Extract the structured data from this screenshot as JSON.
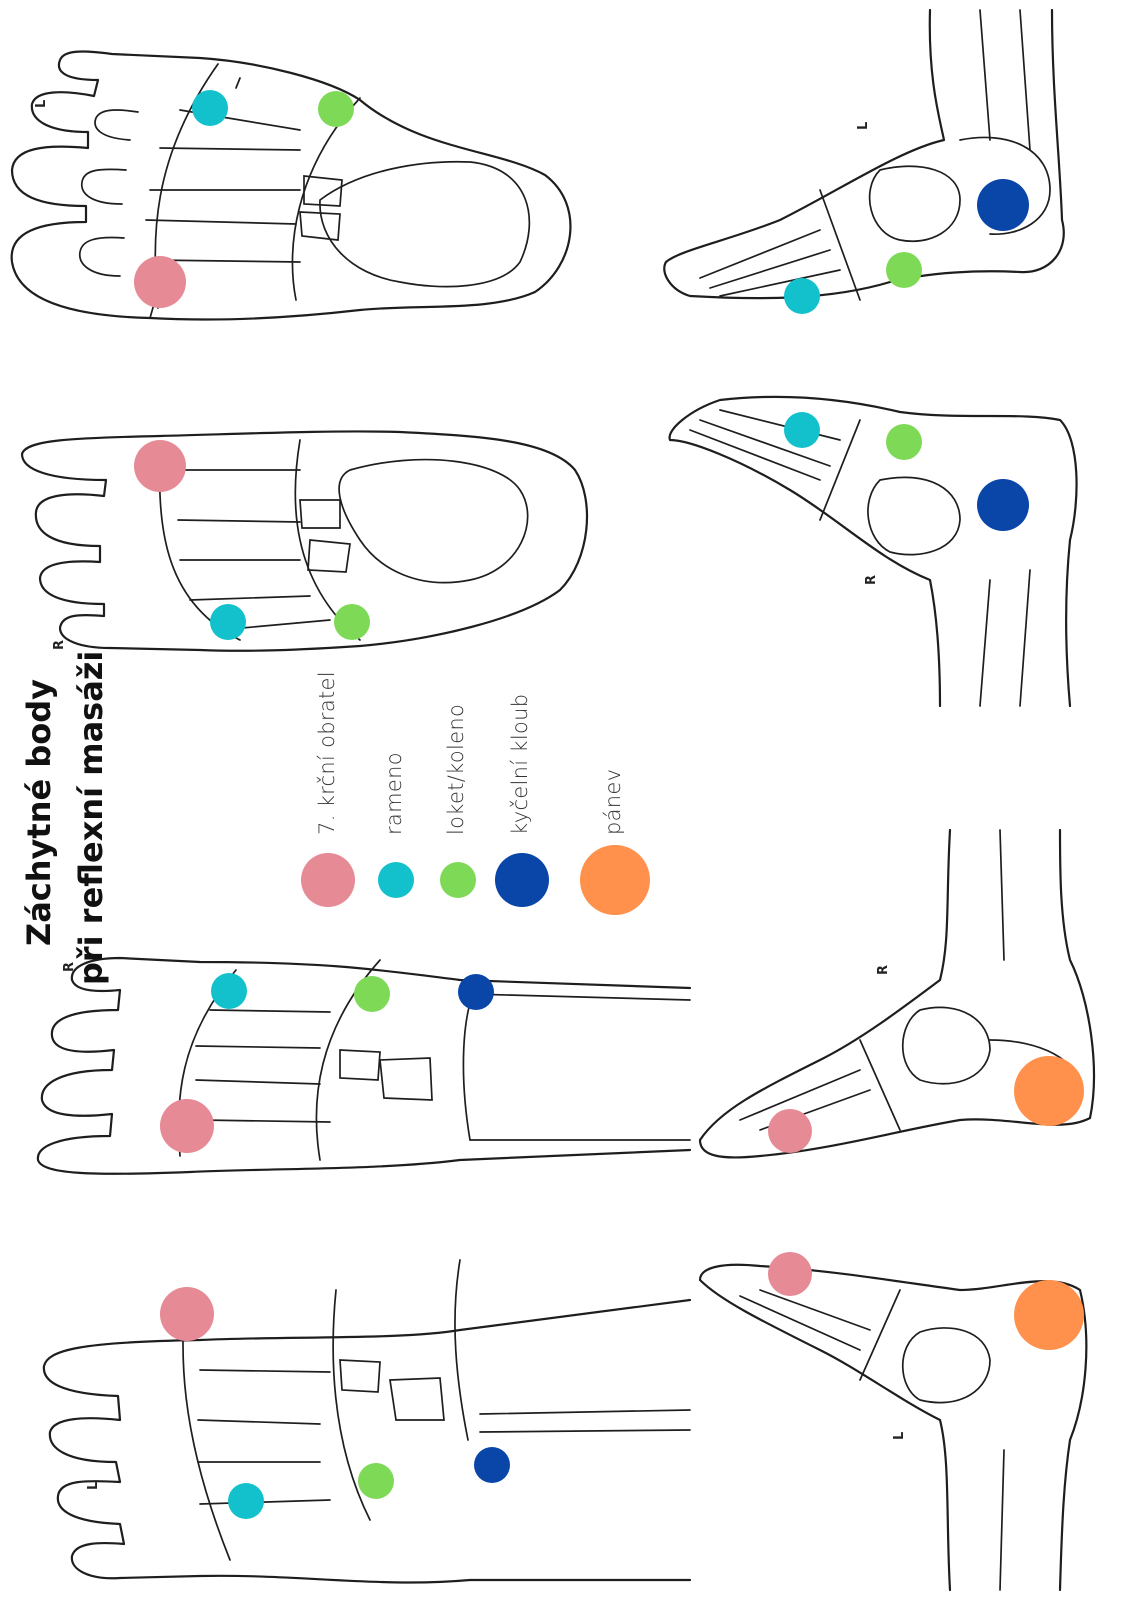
{
  "title": {
    "line1": "Záchytné body",
    "line2": "při reflexní masáži"
  },
  "legend": [
    {
      "label": "7. krční obratel",
      "color": "#e68a95"
    },
    {
      "label": "rameno",
      "color": "#12c1cc"
    },
    {
      "label": "loket/koleno",
      "color": "#7ed957"
    },
    {
      "label": "kyčelní kloub",
      "color": "#0a45a8"
    },
    {
      "label": "pánev",
      "color": "#ff914d"
    }
  ],
  "side_markers": [
    "L",
    "R",
    "R",
    "L",
    "L",
    "R",
    "R",
    "L"
  ],
  "icons": [
    "foot-sole-outline",
    "foot-dorsum-outline",
    "foot-side-outline",
    "reflex-point-dot"
  ]
}
